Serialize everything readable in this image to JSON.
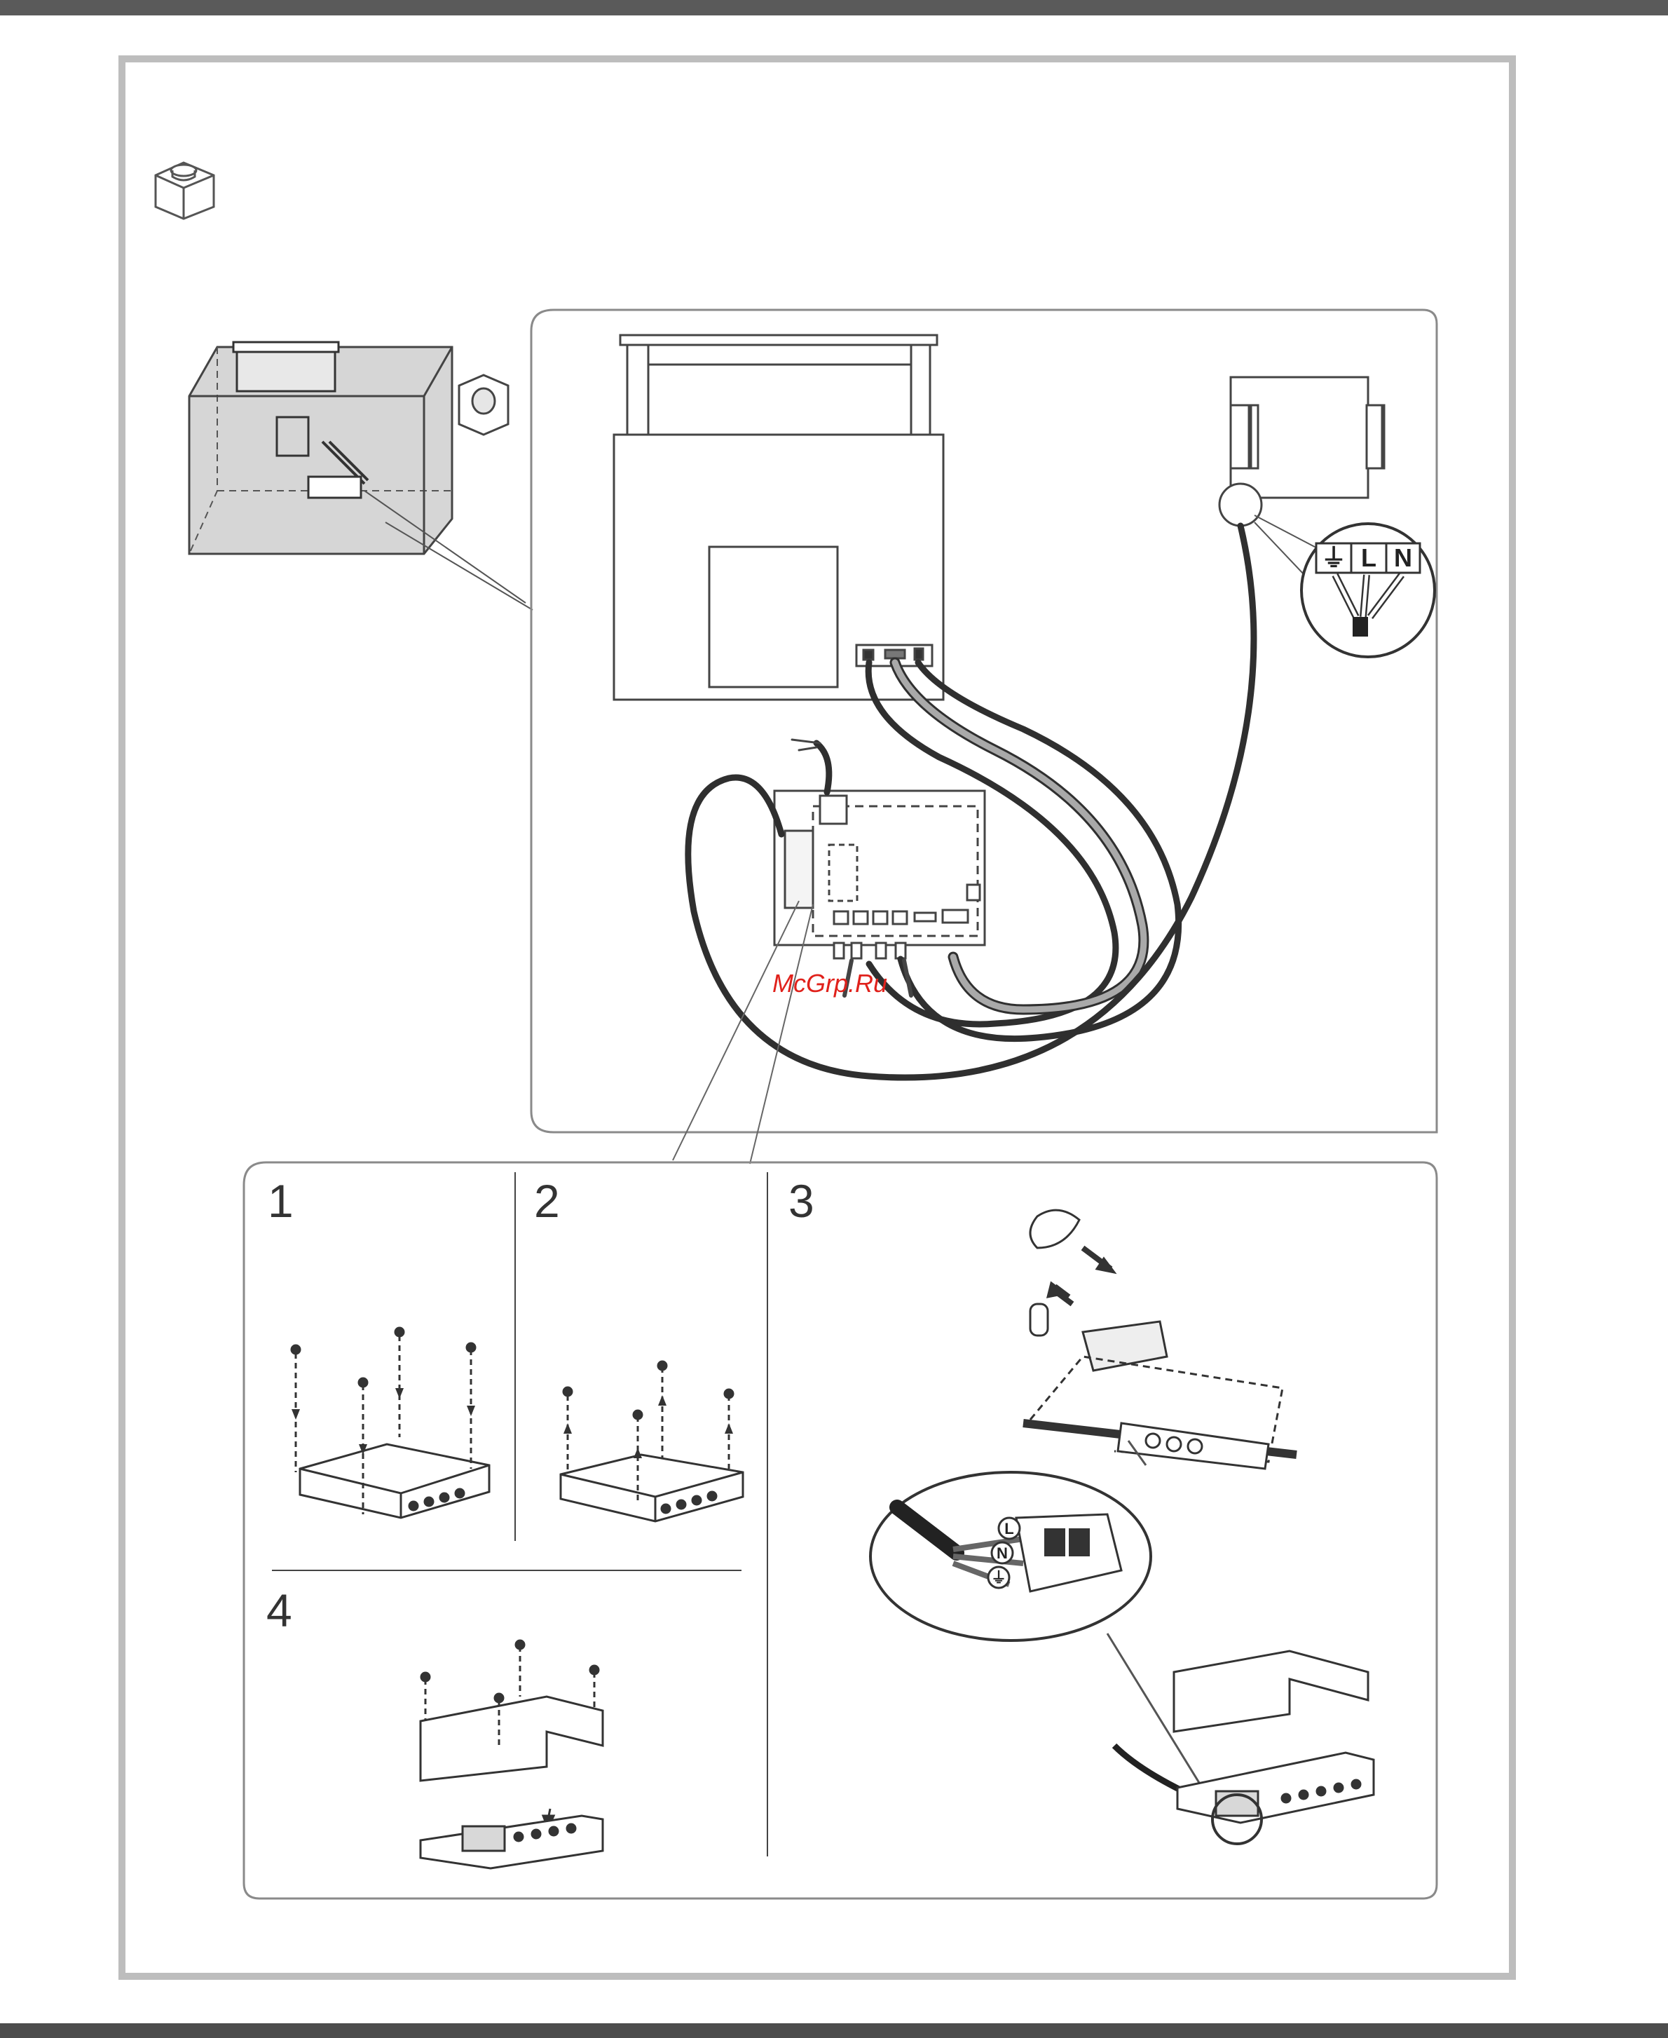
{
  "steps": {
    "s1": "1",
    "s2": "2",
    "s3": "3",
    "s4": "4"
  },
  "terminals": {
    "earth": "⏚",
    "live": "L",
    "neutral": "N"
  },
  "watermark": "McGrp.Ru",
  "colors": {
    "frame": "#bdbdbd",
    "line": "#2f2f2f",
    "grey_cable": "#a9a9a9",
    "watermark": "#e0211b"
  }
}
